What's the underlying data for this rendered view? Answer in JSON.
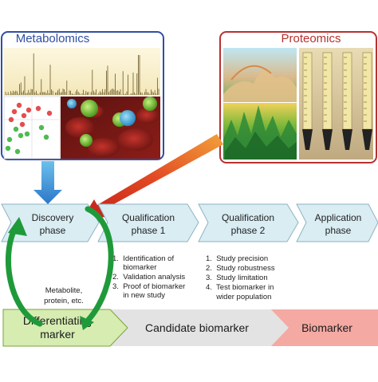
{
  "panels": {
    "metabolomics_title": "Metabolomics",
    "proteomics_title": "Proteomics"
  },
  "phases": [
    {
      "line1": "Discovery",
      "line2": "phase"
    },
    {
      "line1": "Qualification",
      "line2": "phase 1"
    },
    {
      "line1": "Qualification",
      "line2": "phase 2"
    },
    {
      "line1": "Application",
      "line2": "phase"
    }
  ],
  "phase1_steps": [
    "1.  Identification of",
    "     biomarker",
    "2.  Validation analysis",
    "3.  Proof of biomarker",
    "     in new study"
  ],
  "phase2_steps": [
    "1.  Study precision",
    "2.  Study robustness",
    "3.  Study limitation",
    "4.  Test biomarker in",
    "     wider population"
  ],
  "side_note": [
    "Metabolite,",
    "protein, etc."
  ],
  "bottom_bar": {
    "marker_line1": "Differentiating",
    "marker_line2": "marker",
    "candidate": "Candidate biomarker",
    "biomarker": "Biomarker"
  },
  "colors": {
    "metabolomics_border": "#2f4fa3",
    "proteomics_border": "#b8312f",
    "phase_fill": "#d9edf3",
    "marker_fill": "#d6ecb1",
    "candidate_fill": "#e3e3e3",
    "biomarker_fill": "#f4a9a3",
    "green_arrow": "#1f9a3a"
  }
}
